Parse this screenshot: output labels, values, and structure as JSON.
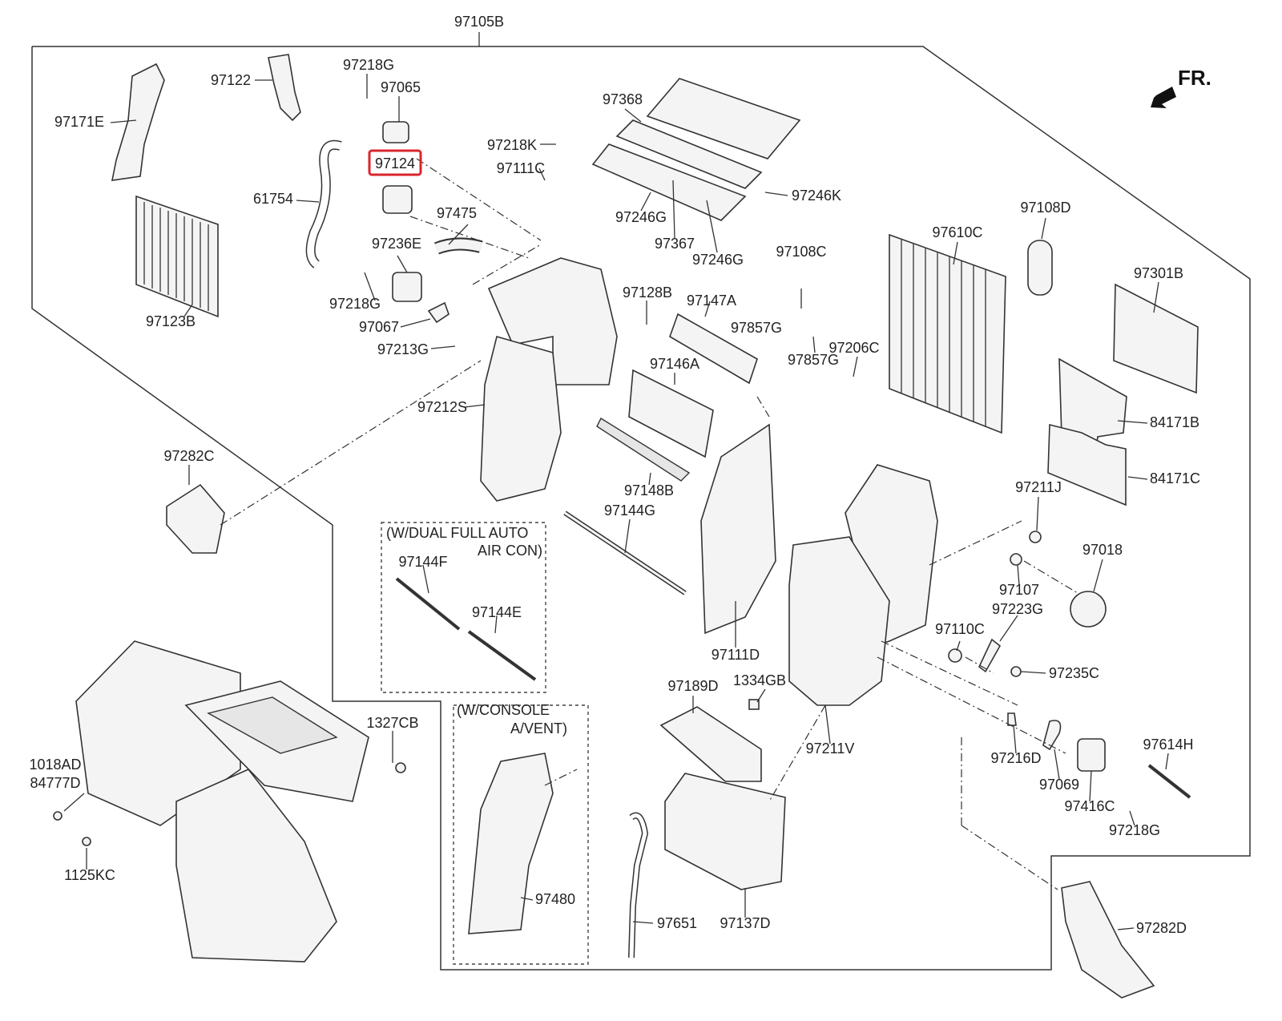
{
  "diagram": {
    "assembly_label": "97105B",
    "front_indicator": "FR.",
    "highlight_color": "#d9262c",
    "highlighted_part": "97124",
    "variants": {
      "dual_auto": {
        "line1": "(W/DUAL FULL AUTO",
        "line2": "AIR CON)"
      },
      "console": {
        "line1": "(W/CONSOLE",
        "line2": "A/VENT)"
      }
    },
    "parts": {
      "p97171E": "97171E",
      "p97122": "97122",
      "p97218G_a": "97218G",
      "p97065": "97065",
      "p97124": "97124",
      "p61754": "61754",
      "p97236E": "97236E",
      "p97218G_b": "97218G",
      "p97067": "97067",
      "p97213G": "97213G",
      "p97123B": "97123B",
      "p97218K": "97218K",
      "p97111C": "97111C",
      "p97475": "97475",
      "p97212S": "97212S",
      "p97368": "97368",
      "p97246G_a": "97246G",
      "p97367": "97367",
      "p97246G_b": "97246G",
      "p97246K": "97246K",
      "p97128B": "97128B",
      "p97147A": "97147A",
      "p97108C": "97108C",
      "p97857G_a": "97857G",
      "p97857G_b": "97857G",
      "p97206C": "97206C",
      "p97146A": "97146A",
      "p97148B": "97148B",
      "p97144G": "97144G",
      "p97144F": "97144F",
      "p97144E": "97144E",
      "p97111D": "97111D",
      "p97108D": "97108D",
      "p97610C": "97610C",
      "p97301B": "97301B",
      "p84171B": "84171B",
      "p84171C": "84171C",
      "p97211J": "97211J",
      "p97018": "97018",
      "p97107": "97107",
      "p97223G": "97223G",
      "p97110C": "97110C",
      "p97235C": "97235C",
      "p1334GB": "1334GB",
      "p97211V": "97211V",
      "p97216D": "97216D",
      "p97069": "97069",
      "p97416C": "97416C",
      "p97218G_c": "97218G",
      "p97614H": "97614H",
      "p97282C": "97282C",
      "p97189D": "97189D",
      "p97137D": "97137D",
      "p97651": "97651",
      "p97480": "97480",
      "p97282D": "97282D",
      "p1327CB": "1327CB",
      "p1018AD": "1018AD",
      "p84777D": "84777D",
      "p1125KC": "1125KC"
    }
  }
}
